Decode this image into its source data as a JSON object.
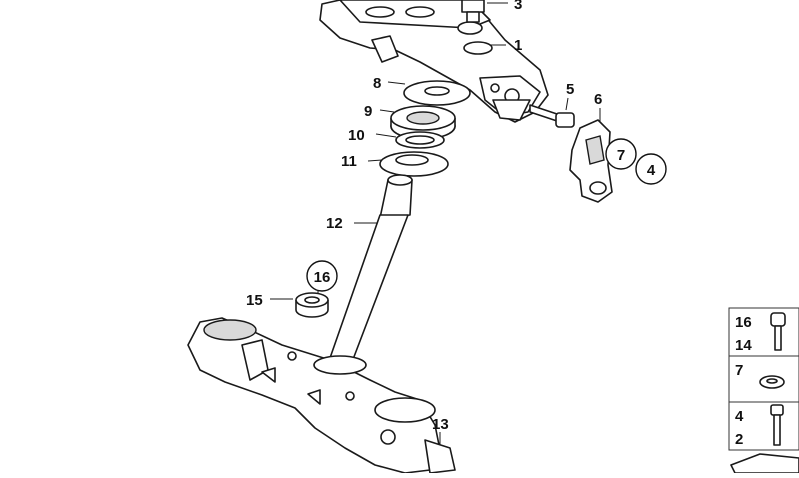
{
  "callouts": {
    "c1": "1",
    "c3": "3",
    "c4": "4",
    "c5": "5",
    "c6": "6",
    "c7": "7",
    "c8": "8",
    "c9": "9",
    "c10": "10",
    "c11": "11",
    "c12": "12",
    "c13": "13",
    "c15": "15",
    "c16": "16"
  },
  "legend": {
    "row1_top": "16",
    "row1_bottom": "14",
    "row2": "7",
    "row3_top": "4",
    "row3_bottom": "2"
  },
  "colors": {
    "line": "#1a1a1a",
    "shade": "#d9d9d9",
    "background": "#ffffff"
  }
}
